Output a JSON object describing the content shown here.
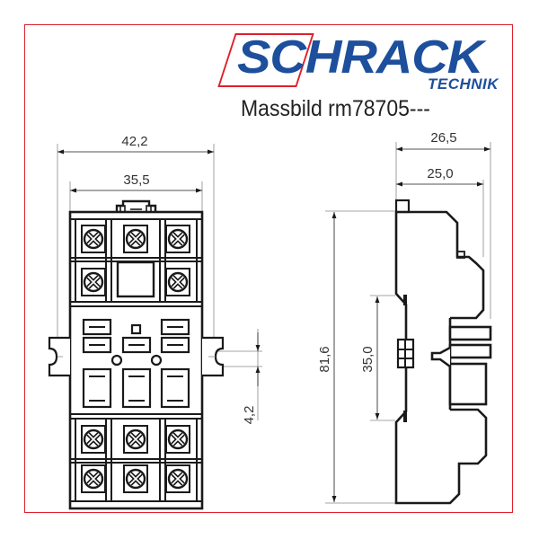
{
  "logo": {
    "brand": "SCHRACK",
    "sub": "TECHNIK",
    "colors": {
      "blue": "#1d4f9c",
      "red": "#e0202a"
    }
  },
  "title": "Massbild rm78705---",
  "front_view": {
    "dimensions": {
      "overall_width": "42,2",
      "inner_width": "35,5",
      "mount_hole_height": "4,2"
    }
  },
  "side_view": {
    "dimensions": {
      "overall_depth": "26,5",
      "body_depth": "25,0",
      "overall_height": "81,6",
      "rail_height": "35,0"
    }
  },
  "frame_color": "#e0202a",
  "line_color": "#1a1a1a",
  "dim_line_color": "#888888"
}
